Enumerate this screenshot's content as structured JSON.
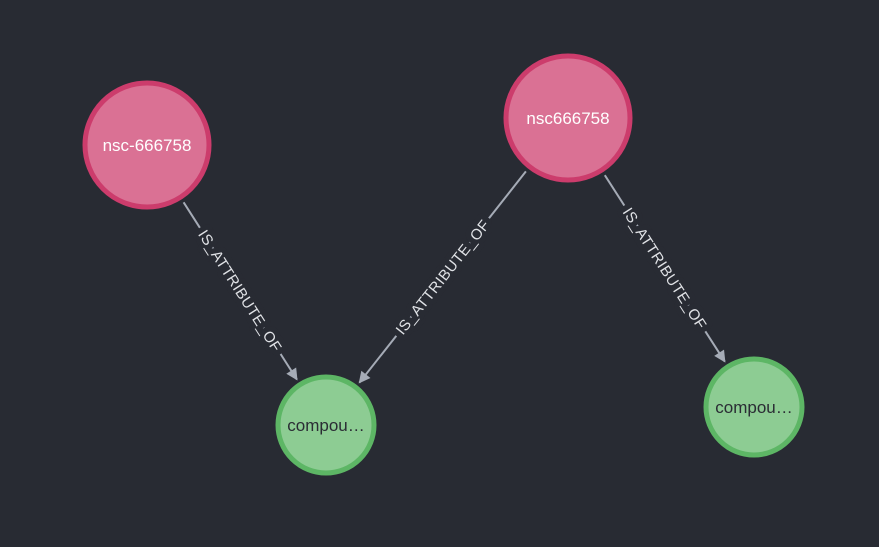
{
  "canvas": {
    "background_color": "#282b33",
    "edge_color": "#a5abb6",
    "edge_label_color": "#e0e2e6"
  },
  "graph": {
    "nodes": [
      {
        "label": "nsc-666758",
        "category": "attribute-node",
        "fill": "#da7194",
        "border": "#cc3c6c",
        "text_color": "#ffffff"
      },
      {
        "label": "nsc666758",
        "category": "attribute-node",
        "fill": "#da7194",
        "border": "#cc3c6c",
        "text_color": "#ffffff"
      },
      {
        "label": "compou…",
        "category": "compound-node",
        "fill": "#8dcc93",
        "border": "#5db665",
        "text_color": "#2a2c34"
      },
      {
        "label": "compou…",
        "category": "compound-node",
        "fill": "#8dcc93",
        "border": "#5db665",
        "text_color": "#2a2c34"
      }
    ],
    "edges": [
      {
        "label": "IS_ATTRIBUTE_OF",
        "from": 0,
        "to": 2
      },
      {
        "label": "IS_ATTRIBUTE_OF",
        "from": 1,
        "to": 2
      },
      {
        "label": "IS_ATTRIBUTE_OF",
        "from": 1,
        "to": 3
      }
    ]
  }
}
